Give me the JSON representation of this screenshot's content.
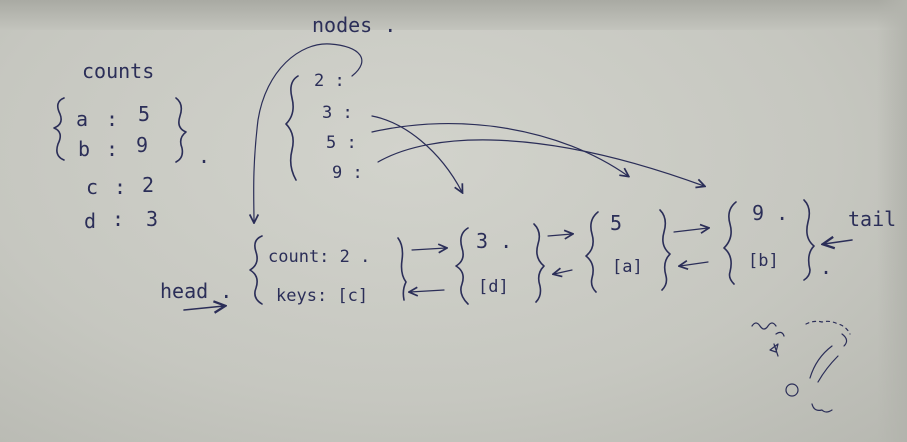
{
  "labels": {
    "nodes": "nodes .",
    "counts": "counts",
    "head": "head .",
    "tail": "tail ."
  },
  "counts_map": [
    {
      "key": "a",
      "sep": ":",
      "val": "5"
    },
    {
      "key": "b",
      "sep": ":",
      "val": "9"
    },
    {
      "key": "c",
      "sep": ":",
      "val": "2"
    },
    {
      "key": "d",
      "sep": ":",
      "val": "3"
    }
  ],
  "nodes_map": [
    "2 :",
    "3 :",
    "5 :",
    "9 :"
  ],
  "list_nodes": [
    {
      "top": "count: 2 .",
      "bottom": "keys: [c]"
    },
    {
      "top": "3 .",
      "bottom": "[d]"
    },
    {
      "top": "5",
      "bottom": "[a]"
    },
    {
      "top": "9 .",
      "bottom": "[b]"
    }
  ],
  "colors": {
    "ink": "#2b2e58",
    "paper": "#cbccc5"
  }
}
